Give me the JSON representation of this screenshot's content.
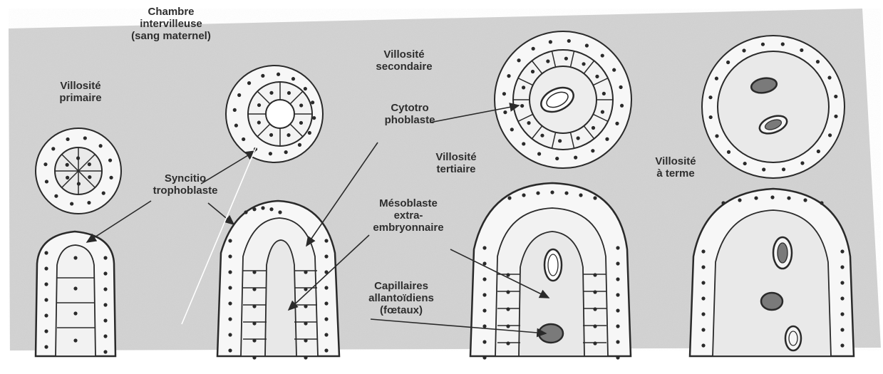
{
  "labels": {
    "chambre": "Chambre\nintervilleuse\n(sang maternel)",
    "primaire": "Villosité\nprimaire",
    "secondaire": "Villosité\nsecondaire",
    "cytotrophoblaste": "Cytotro\nphoblaste",
    "syncitiotrophoblaste": "Syncitio\ntrophoblaste",
    "tertiaire": "Villosité\ntertiaire",
    "terme": "Villosité\nà terme",
    "mesoblaste": "Mésoblaste\nextra-\nembryonnaire",
    "capillaires": "Capillaires\nallantoïdiens\n(fœtaux)"
  },
  "colors": {
    "background": "#d2d2d2",
    "cell_fill": "#f7f7f7",
    "outline": "#2a2a2a",
    "text": "#2e2e2e",
    "vessel_fill": "#7a7a7a"
  }
}
